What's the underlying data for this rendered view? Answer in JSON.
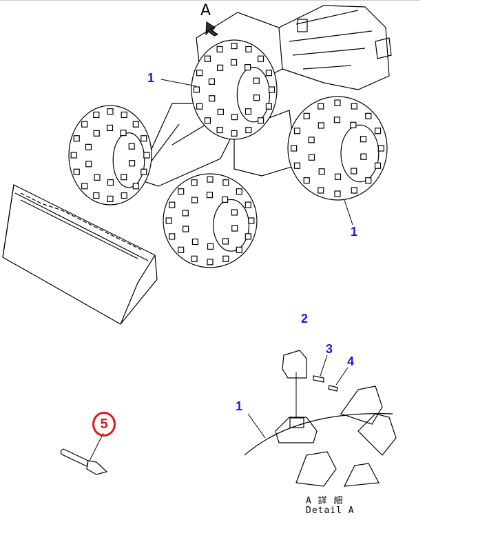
{
  "view_label": "A",
  "callouts": {
    "wheel_front_left": "1",
    "wheel_rear_right": "1",
    "tip": "2",
    "pin": "3",
    "clip": "4",
    "detail_wheel": "1",
    "highlighted": "5"
  },
  "detail": {
    "title_jp": "A 詳 細",
    "title_en": "Detail A"
  },
  "colors": {
    "callout": "#1a1adf",
    "highlight": "#e0161c"
  }
}
